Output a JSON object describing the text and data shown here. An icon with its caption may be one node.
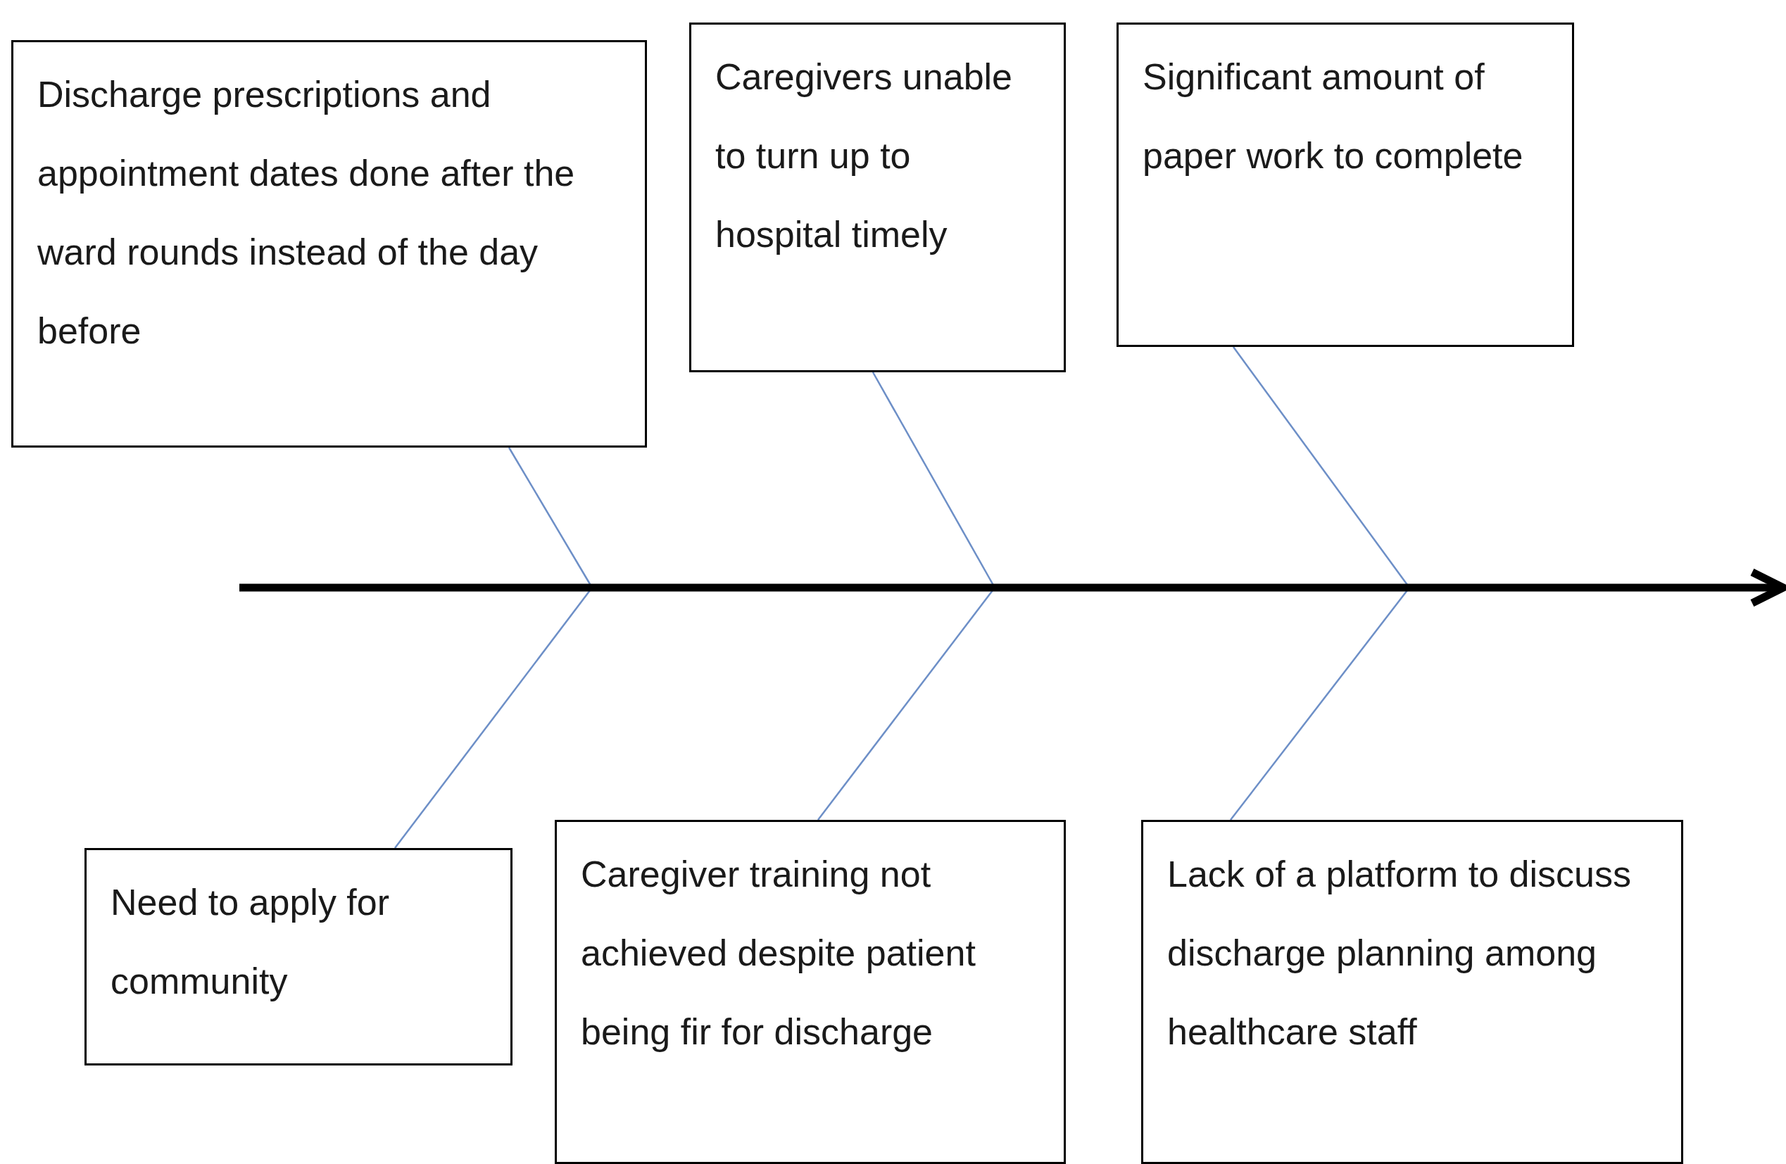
{
  "diagram": {
    "nodes": [
      {
        "text": [
          "Discharge prescriptions and appointment dates done after the ward rounds instead of the day before"
        ]
      },
      {
        "text": [
          "Caregivers unable to turn up to hospital timely"
        ]
      },
      {
        "text": [
          "Significant amount of paper work to complete"
        ]
      },
      {
        "text": [],
        "shape": "bar"
      },
      {
        "text": [
          "Need to apply for community"
        ]
      },
      {
        "text": [
          "Caregiver training not achieved despite patient being fir for discharge"
        ]
      },
      {
        "text": [
          "Lack of a platform to discuss discharge planning among healthcare staff"
        ]
      }
    ],
    "edges": [
      {
        "from": 0,
        "to": 3,
        "arrow": "none"
      },
      {
        "from": 1,
        "to": 3,
        "arrow": "none"
      },
      {
        "from": 2,
        "to": 3,
        "arrow": "none"
      },
      {
        "from": 4,
        "to": 3,
        "arrow": "none"
      },
      {
        "from": 5,
        "to": 3,
        "arrow": "none"
      },
      {
        "from": 6,
        "to": 3,
        "arrow": "none"
      }
    ]
  }
}
